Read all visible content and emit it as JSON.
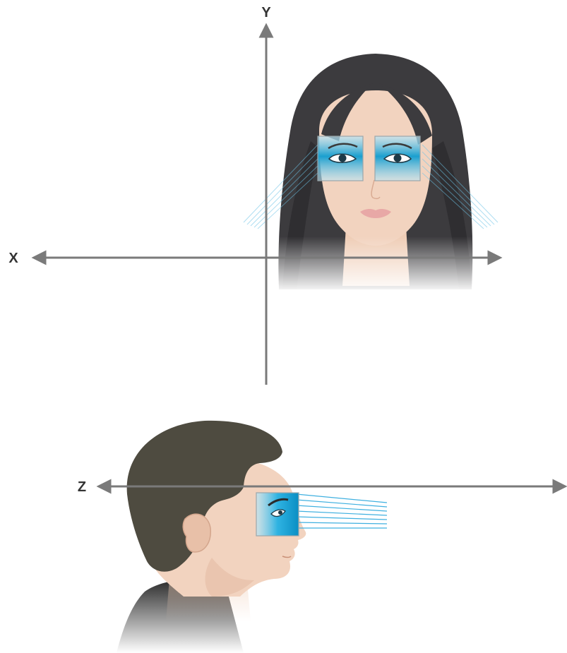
{
  "diagram": {
    "axes": {
      "y_label": "Y",
      "x_label": "X",
      "z_label": "Z"
    },
    "colors": {
      "axis": "#7a7a7a",
      "hair_female": "#3c3b3e",
      "hair_male": "#4e4b40",
      "skin": "#f2d3bf",
      "skin_shade": "#e5bca5",
      "tracking_zone": "#29a9d6",
      "tracking_zone_dark": "#0b7fa6",
      "ray": "#3fb0e0",
      "clothing": "#2b2b2b"
    },
    "icons": {
      "front_figure": "female-face-front-icon",
      "side_figure": "male-head-profile-icon",
      "eye_zones": "eye-tracking-zone-icon"
    }
  }
}
